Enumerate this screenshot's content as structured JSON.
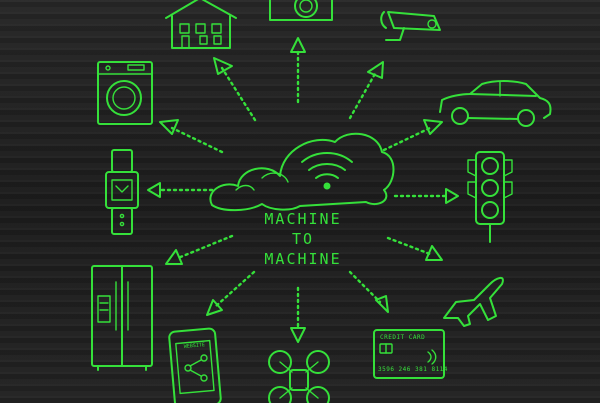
{
  "title": {
    "line1": "MACHINE",
    "line2": "TO",
    "line3": "MACHINE"
  },
  "credit_card": {
    "header": "CREDIT CARD",
    "number": "3596 246 381 8114"
  },
  "phone_screen_text": "WEBSITE",
  "colors": {
    "chalk_green": "#35e03a",
    "board_dark": "#1e1e1e"
  },
  "icons": [
    "house-icon",
    "camera-icon",
    "security-camera-icon",
    "washing-machine-icon",
    "car-icon",
    "smartwatch-icon",
    "traffic-light-icon",
    "refrigerator-icon",
    "airplane-icon",
    "smartphone-icon",
    "drone-icon",
    "credit-card-icon",
    "cloud-icon",
    "wifi-icon"
  ]
}
